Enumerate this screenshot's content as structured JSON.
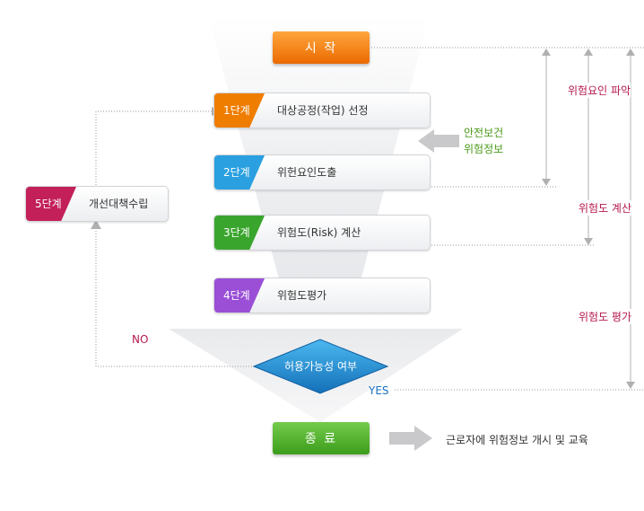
{
  "colors": {
    "start": "#f5870f",
    "end": "#4cae2a",
    "step1": "#ef7d00",
    "step2": "#2aa0e0",
    "step3": "#3aa52d",
    "step4": "#9a4fd6",
    "step5": "#c31f59",
    "decision": "#1c8fd5",
    "range_label": "#b5174f",
    "input_label": "#4a9a1a",
    "line": "#9a9a9a"
  },
  "flow": {
    "start_label": "시  작",
    "end_label": "종  료",
    "steps": [
      {
        "tag": "1단계",
        "label": "대상공정(작업) 선정"
      },
      {
        "tag": "2단계",
        "label": "위헌요인도출"
      },
      {
        "tag": "3단계",
        "label": "위험도(Risk) 계산"
      },
      {
        "tag": "4단계",
        "label": "위험도평가"
      },
      {
        "tag": "5단계",
        "label": "개선대책수립"
      }
    ],
    "decision_label": "허용가능성 여부",
    "no_label": "NO",
    "yes_label": "YES"
  },
  "side_input": {
    "line1": "안전보건",
    "line2": "위험정보"
  },
  "outcome": "근로자에 위험정보 개시 및 교육",
  "ranges": [
    "위험요인 파악",
    "위험도 계산",
    "위험도 평가"
  ]
}
